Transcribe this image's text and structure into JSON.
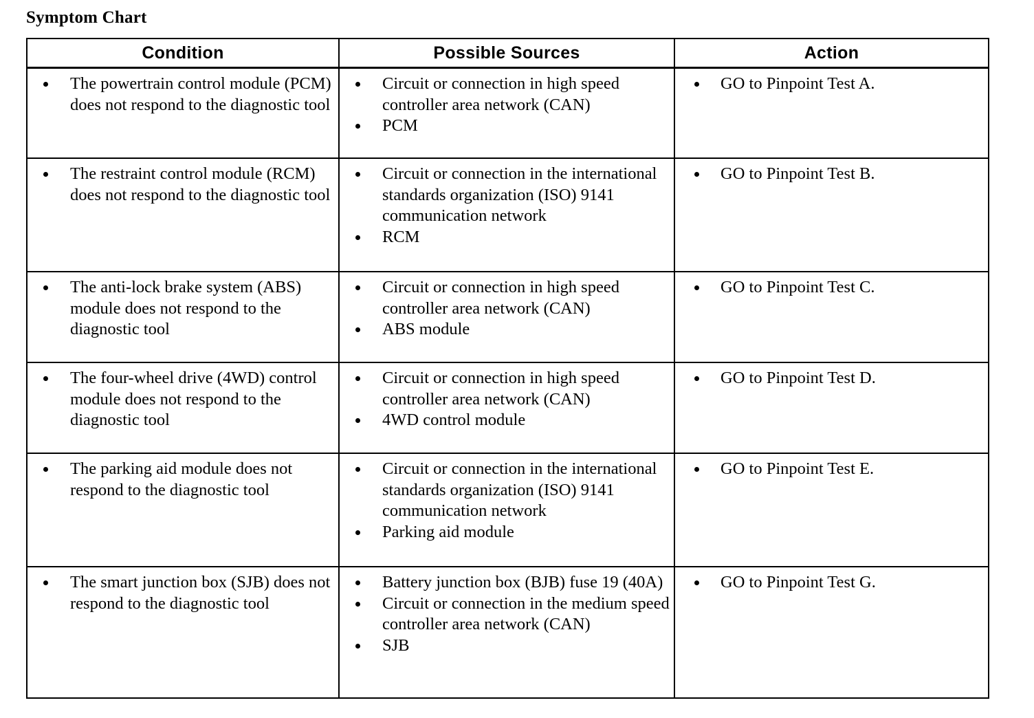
{
  "page": {
    "title": "Symptom Chart",
    "background_color": "#ffffff",
    "text_color": "#000000",
    "border_color": "#000000"
  },
  "table": {
    "columns": [
      {
        "key": "condition",
        "header": "Condition"
      },
      {
        "key": "sources",
        "header": "Possible Sources"
      },
      {
        "key": "action",
        "header": "Action"
      }
    ],
    "rows": [
      {
        "condition": [
          "The powertrain control module (PCM) does not respond to the diagnostic tool"
        ],
        "sources": [
          "Circuit or connection in high speed controller area network (CAN)",
          "PCM"
        ],
        "action": [
          "GO to Pinpoint Test A."
        ]
      },
      {
        "condition": [
          "The restraint control module (RCM) does not respond to the diagnostic tool"
        ],
        "sources": [
          "Circuit or connection in the international standards organization (ISO) 9141 communication network",
          "RCM"
        ],
        "action": [
          "GO to Pinpoint Test B."
        ]
      },
      {
        "condition": [
          "The anti-lock brake system (ABS) module does not respond to the diagnostic tool"
        ],
        "sources": [
          "Circuit or connection in high speed controller area network (CAN)",
          "ABS module"
        ],
        "action": [
          "GO to Pinpoint Test C."
        ]
      },
      {
        "condition": [
          "The four-wheel drive (4WD) control module does not respond to the diagnostic tool"
        ],
        "sources": [
          "Circuit or connection in high speed controller area network (CAN)",
          "4WD control module"
        ],
        "action": [
          "GO to Pinpoint Test D."
        ]
      },
      {
        "condition": [
          "The parking aid module does not respond to the diagnostic tool"
        ],
        "sources": [
          "Circuit or connection in the international standards organization (ISO) 9141 communication network",
          "Parking aid module"
        ],
        "action": [
          "GO to Pinpoint Test E."
        ]
      },
      {
        "condition": [
          "The smart junction box (SJB) does not respond to the diagnostic tool"
        ],
        "sources": [
          "Battery junction box (BJB) fuse 19 (40A)",
          "Circuit or connection in the medium speed controller area network (CAN)",
          "SJB"
        ],
        "action": [
          "GO to Pinpoint Test G."
        ]
      }
    ]
  }
}
